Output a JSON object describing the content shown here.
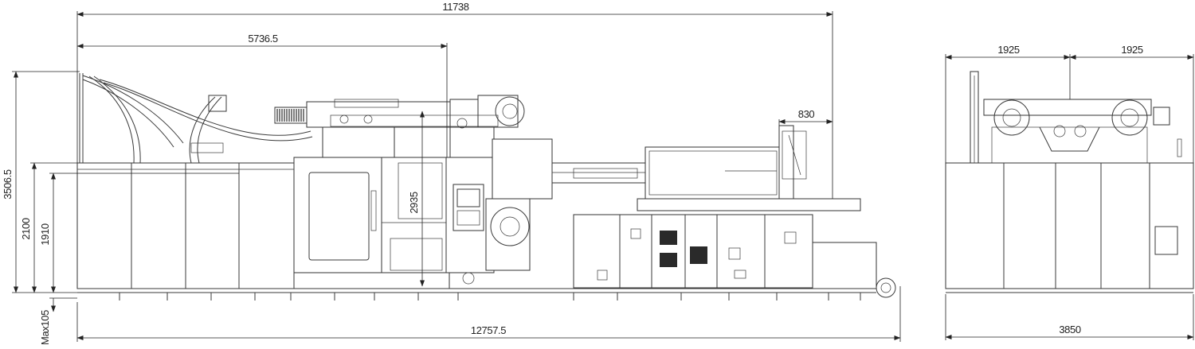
{
  "dimensions": {
    "overall_length_top": "11738",
    "clamp_length": "5736.5",
    "injection_offset": "830",
    "total_height": "3506.5",
    "cabinet_height": "2100",
    "center_height": "1910",
    "tie_bar_height": "2935",
    "adjust_height": "Max105",
    "overall_length_bottom": "12757.5",
    "half_width_left": "1925",
    "half_width_right": "1925",
    "total_width": "3850"
  }
}
